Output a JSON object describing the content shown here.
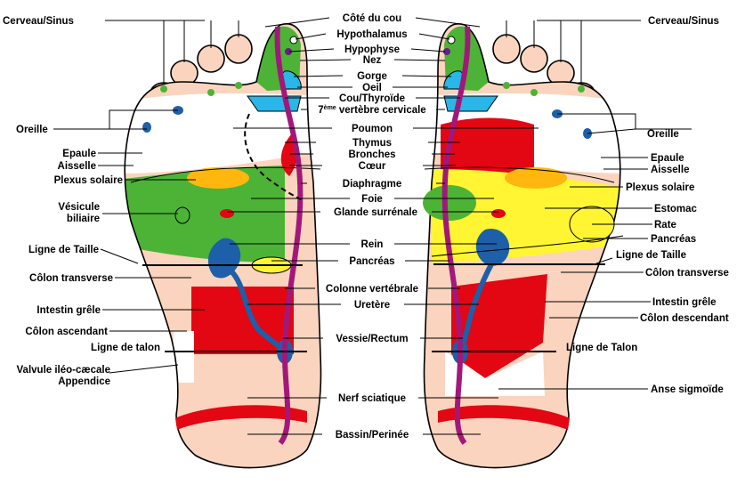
{
  "colors": {
    "skin": "#FAD4BE",
    "white_zone": "#FFFFFF",
    "green": "#4DB336",
    "yellow": "#FFF533",
    "orange": "#FFB60F",
    "red": "#E30613",
    "blue": "#1D5FA8",
    "cyan": "#29B6E8",
    "purple": "#A2187A",
    "outline": "#000000"
  },
  "labels": {
    "cerveau_sinus": "Cerveau/Sinus",
    "cote_du_cou": "Côté du cou",
    "hypothalamus": "Hypothalamus",
    "hypophyse": "Hypophyse",
    "nez": "Nez",
    "gorge": "Gorge",
    "oeil": "Oeil",
    "cou_thyroide": "Cou/Thyroïde",
    "vertebre_num": "7",
    "vertebre_sup": "ème",
    "vertebre_rest": " vertèbre cervicale",
    "poumon": "Poumon",
    "thymus": "Thymus",
    "bronches": "Bronches",
    "coeur": "Cœur",
    "diaphragme": "Diaphragme",
    "foie": "Foie",
    "glande_surrenale": "Glande surrénale",
    "rein": "Rein",
    "pancreas": "Pancréas",
    "colonne_vertebrale": "Colonne vertébrale",
    "uretere": "Uretère",
    "vessie_rectum": "Vessie/Rectum",
    "nerf_sciatique": "Nerf sciatique",
    "bassin_perinee": "Bassin/Perinée",
    "oreille": "Oreille",
    "epaule": "Epaule",
    "aisselle": "Aisselle",
    "plexus_solaire": "Plexus solaire",
    "vesicule_1": "Vésicule",
    "vesicule_2": "biliaire",
    "ligne_de_taille": "Ligne de Taille",
    "colon_transverse": "Côlon transverse",
    "intestin_grele": "Intestin grêle",
    "colon_ascendant": "Côlon ascendant",
    "ligne_de_talon_left": "Ligne de talon",
    "valvule": "Valvule iléo-cæcale",
    "appendice": "Appendice",
    "estomac": "Estomac",
    "rate": "Rate",
    "pancreas_right": "Pancréas",
    "colon_descendant": "Côlon descendant",
    "ligne_de_talon_right": "Ligne de Talon",
    "anse_sigmoide": "Anse sigmoïde"
  }
}
